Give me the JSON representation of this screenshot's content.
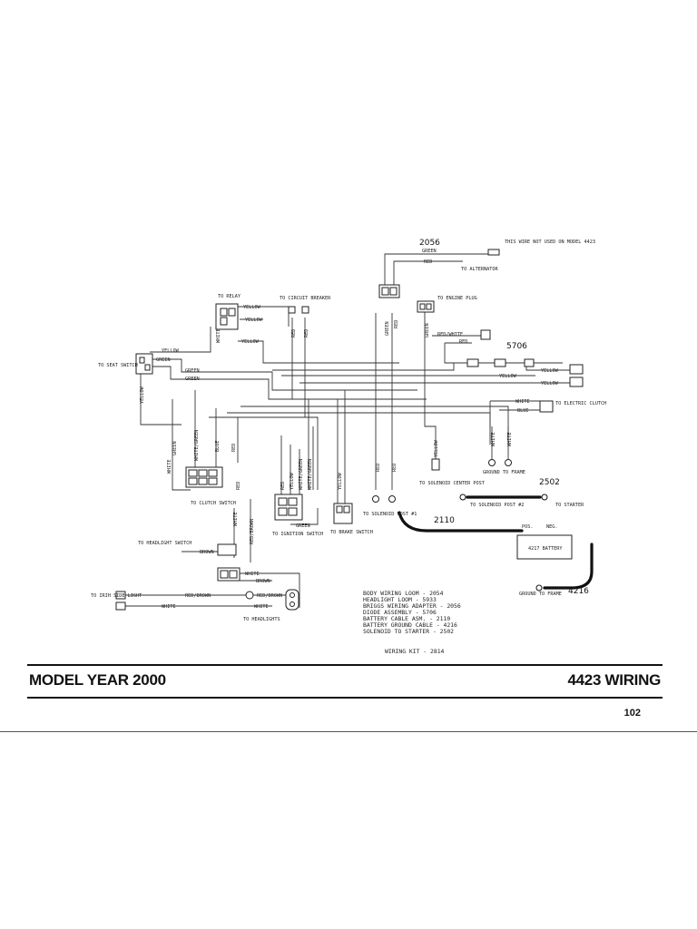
{
  "diagram": {
    "harness_numbers": {
      "briggs": "2056",
      "diode": "5706",
      "solenoid_cable": "2502",
      "battery_cable": "2110",
      "ground_cable": "4216"
    },
    "components": {
      "relay": "TO RELAY",
      "circuit_breaker": "TO CIRCUIT BREAKER",
      "seat_switch": "TO SEAT SWITCH",
      "alternator": "TO ALTERNATOR",
      "engine_plug": "TO ENGINE PLUG",
      "not_used_note": "THIS WIRE NOT USED ON MODEL 4423",
      "electric_clutch": "TO ELECTRIC CLUTCH",
      "clutch_switch": "TO CLUTCH SWITCH",
      "ignition_switch": "TO IGNITION SWITCH",
      "brake_switch": "TO BRAKE SWITCH",
      "solenoid_post_1": "TO SOLENOID POST #1",
      "solenoid_center_post": "TO SOLENOID CENTER POST",
      "ground_to_frame": "GROUND TO FRAME",
      "solenoid_post_2": "TO SOLENOID POST #2",
      "to_starter": "TO STARTER",
      "battery": "4217 BATTERY",
      "battery_pos": "POS.",
      "battery_neg": "NEG.",
      "ground_to_frame_2": "GROUND TO FRAME",
      "headlight_switch": "TO HEADLIGHT SWITCH",
      "side_light": "TO IRIH SIDE LIGHT",
      "headlights": "TO HEADLIGHTS"
    },
    "wire_labels": {
      "green": "GREEN",
      "red": "RED",
      "yellow": "YELLOW",
      "white": "WHITE",
      "blue": "BLUE",
      "brown": "BROWN",
      "red_white": "RED/WHITE",
      "white_green": "WHITE/GREEN",
      "red_brown": "RED/BROWN"
    },
    "legend": [
      "BODY WIRING LOOM - 2054",
      "HEADLIGHT LOOM - 5933",
      "BRIGGS WIRING ADAPTER - 2056",
      "DIODE ASSEMBLY - 5706",
      "BATTERY CABLE ASM. - 2110",
      "BATTERY GROUND CABLE - 4216",
      "SOLENOID TO STARTER - 2502"
    ],
    "kit": "WIRING KIT - 2814"
  },
  "footer": {
    "left": "MODEL YEAR 2000",
    "right": "4423 WIRING",
    "page": "102"
  }
}
